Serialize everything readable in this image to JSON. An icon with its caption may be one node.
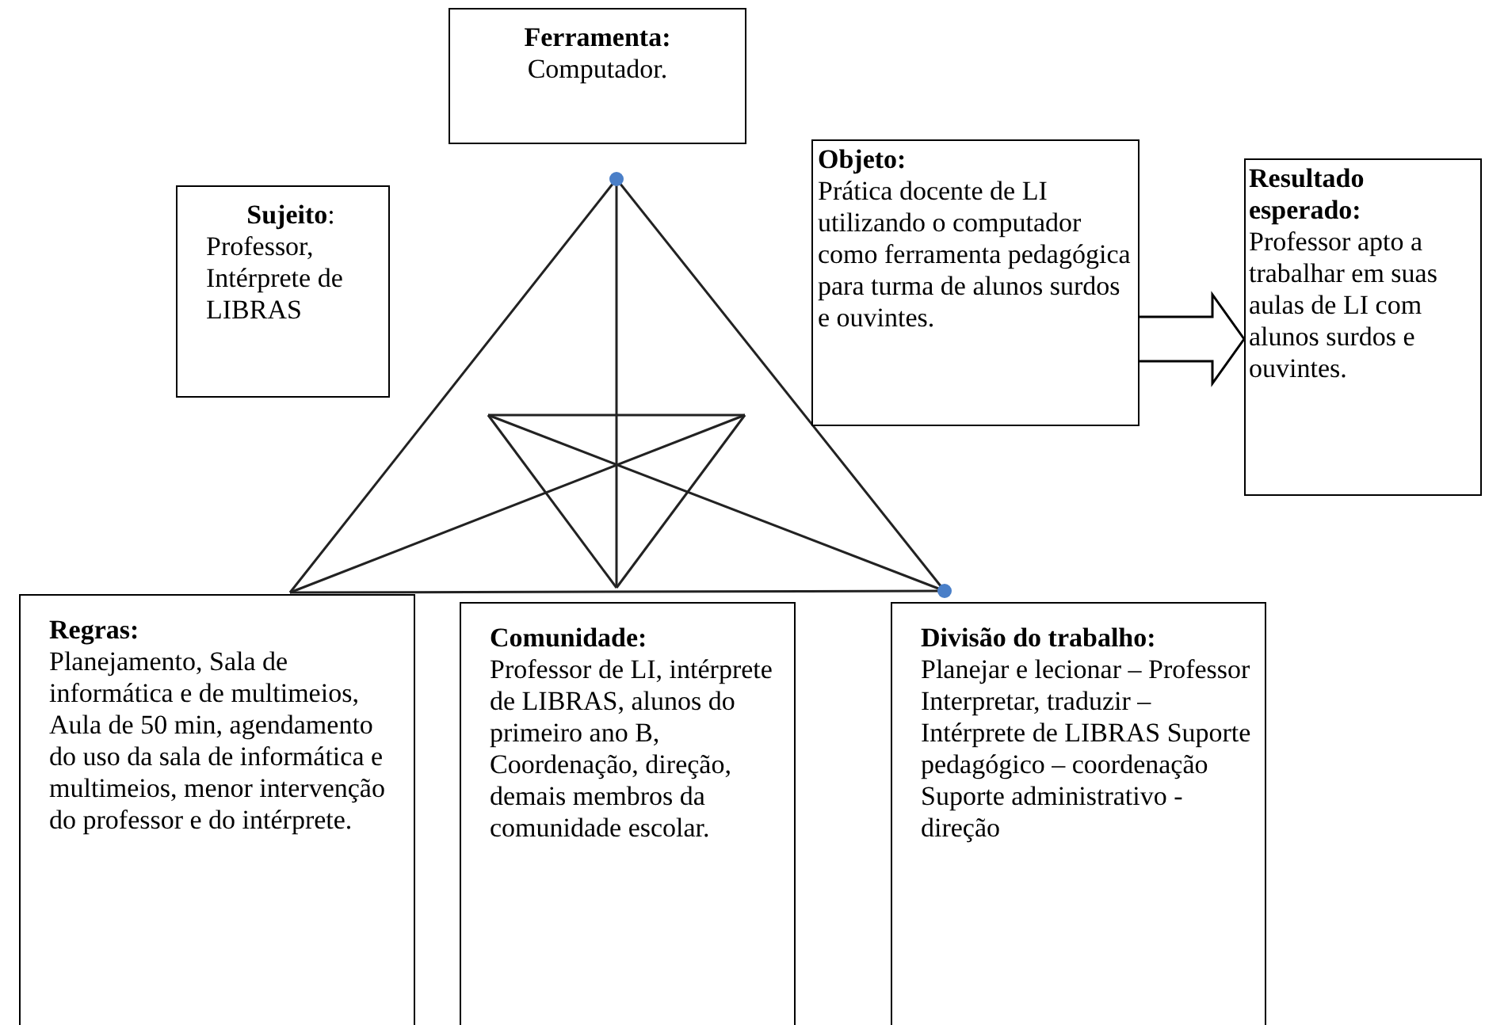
{
  "diagram": {
    "nodes": [
      {
        "text": [
          "Ferramenta:",
          "Computador."
        ]
      },
      {
        "text": [
          "**Sujeito**:",
          "Professor, Intérprete de LIBRAS"
        ]
      },
      {
        "text": [
          "Objeto:",
          "Prática docente de LI utilizando o computador como ferramenta pedagógica para turma de alunos surdos e ouvintes."
        ]
      },
      {
        "text": [
          "Resultado esperado:",
          "Professor apto a trabalhar em suas aulas de LI com alunos surdos e ouvintes."
        ]
      },
      {
        "text": [
          "Regras:",
          "Planejamento, Sala de informática e de multimeios, Aula de 50 min, agendamento do uso da sala de informática e multimeios, menor intervenção do professor e do intérprete."
        ]
      },
      {
        "text": [
          "Comunidade:",
          "Professor de LI, intérprete de LIBRAS, alunos do primeiro ano B, Coordenação, direção, demais membros da comunidade escolar."
        ]
      },
      {
        "text": [
          "Divisão do trabalho:",
          "Planejar e lecionar – Professor Interpretar, traduzir – Intérprete de LIBRAS Suporte pedagógico – coordenação Suporte administrativo - direção"
        ]
      }
    ],
    "edges": [
      {
        "from": 2,
        "to": 3,
        "arrow": "to"
      }
    ]
  }
}
